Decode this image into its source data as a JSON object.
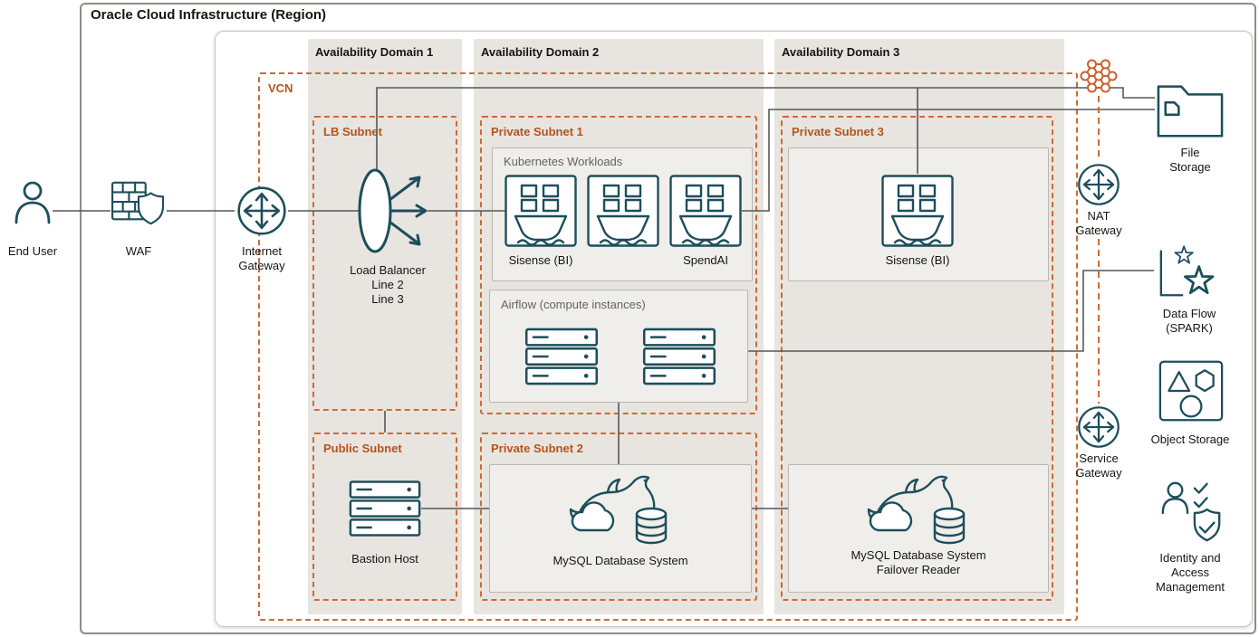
{
  "region": {
    "title": "Oracle Cloud Infrastructure (Region)"
  },
  "vcn": {
    "label": "VCN"
  },
  "ads": {
    "ad1": "Availability Domain 1",
    "ad2": "Availability Domain 2",
    "ad3": "Availability Domain 3"
  },
  "subnets": {
    "lb": "LB Subnet",
    "public": "Public Subnet",
    "private1": "Private Subnet 1",
    "private2": "Private Subnet 2",
    "private3": "Private Subnet 3"
  },
  "nodes": {
    "end_user": "End User",
    "waf": "WAF",
    "internet_gateway_1": "Internet",
    "internet_gateway_2": "Gateway"
  },
  "lb": {
    "l1": "Load Balancer",
    "l2": "Line 2",
    "l3": "Line 3"
  },
  "k8s": {
    "title": "Kubernetes Workloads",
    "sisense": "Sisense (BI)",
    "spendai": "SpendAI"
  },
  "airflow": {
    "title": "Airflow (compute instances)"
  },
  "ad3": {
    "sisense": "Sisense (BI)"
  },
  "bastion": {
    "label": "Bastion Host"
  },
  "mysql": {
    "primary": "MySQL Database System",
    "failover_1": "MySQL Database System",
    "failover_2": "Failover Reader"
  },
  "gw": {
    "nat_1": "NAT",
    "nat_2": "Gateway",
    "service_1": "Service",
    "service_2": "Gateway"
  },
  "svc": {
    "file_1": "File",
    "file_2": "Storage",
    "flow_1": "Data Flow",
    "flow_2": "(SPARK)",
    "obj": "Object Storage",
    "iam_1": "Identity and",
    "iam_2": "Access",
    "iam_3": "Management"
  },
  "colors": {
    "subnet_dash": "#cf6a33",
    "subnet_label": "#b4541c",
    "icon_stroke": "#1d4e5c",
    "wire": "#55565a",
    "ad_fill": "#e8e5e0"
  }
}
